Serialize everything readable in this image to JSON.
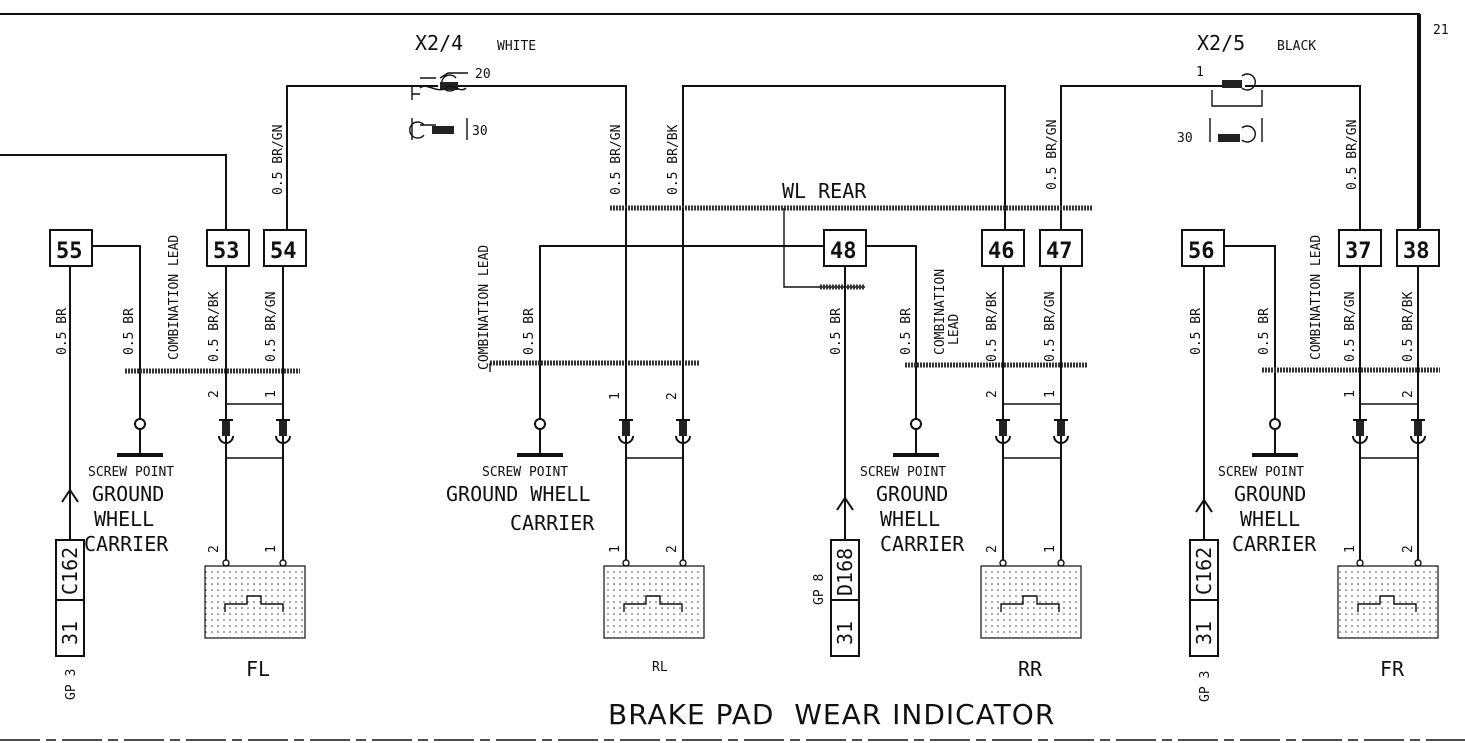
{
  "title": "BRAKE PAD  WEAR INDICATOR",
  "connectors": {
    "x24": {
      "label": "X2/4",
      "color": "WHITE",
      "pin_top": "20",
      "pin_bottom": "30"
    },
    "x25": {
      "label": "X2/5",
      "color": "BLACK",
      "pin_top": "1",
      "pin_bottom": "30"
    }
  },
  "corner": {
    "num": "21"
  },
  "wl_rear": "WL REAR",
  "terminals": {
    "t55": "55",
    "t53": "53",
    "t54": "54",
    "t48": "48",
    "t46": "46",
    "t47": "47",
    "t56": "56",
    "t37": "37",
    "t38": "38"
  },
  "wires": {
    "br": "0.5 BR",
    "brgn": "0.5 BR/GN",
    "brbk": "0.5 BR/BK",
    "comb": "COMBINATION LEAD",
    "comb1": "COMBINATION",
    "comb2": "LEAD"
  },
  "pins": {
    "p1": "1",
    "p2": "2"
  },
  "ground": {
    "screw": "SCREW POINT",
    "ground": "GROUND",
    "ground_whell": "GROUND WHELL",
    "whell": "WHELL",
    "carrier": "CARRIER"
  },
  "gp": {
    "left": {
      "gp": "GP 3",
      "a": "31",
      "b": "C162"
    },
    "mid": {
      "gp": "GP 8",
      "a": "31",
      "b": "D168"
    },
    "right": {
      "gp": "GP 3",
      "a": "31",
      "b": "C162"
    }
  },
  "sensors": {
    "fl": "FL",
    "rl": "RL",
    "rr": "RR",
    "fr": "FR"
  }
}
